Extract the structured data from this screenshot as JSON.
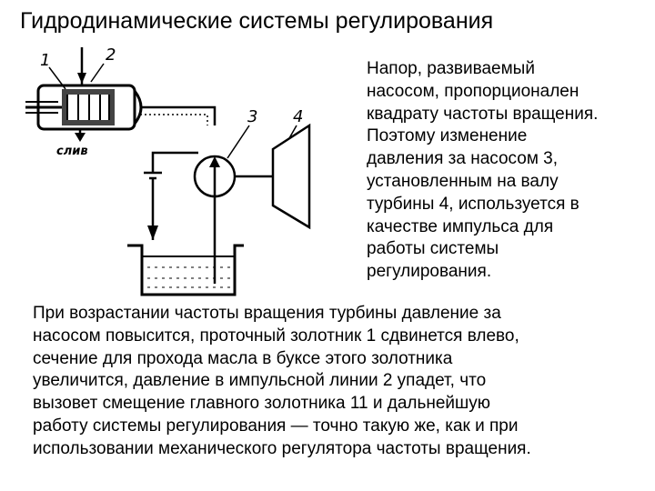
{
  "title": "Гидродинамические системы регулирования",
  "diagram": {
    "labels": {
      "l1": "1",
      "l2": "2",
      "l3": "3",
      "l4": "4",
      "drain": "слив"
    }
  },
  "right_text": [
    "Напор, развиваемый",
    "насосом, пропорционален",
    "квадрату частоты вращения.",
    "Поэтому изменение",
    "давления за насосом 3,",
    "установленным на валу",
    "турбины 4, используется в",
    "качестве импульса для",
    "работы системы",
    "регулирования."
  ],
  "bottom_text": [
    "При возрастании частоты вращения турбины давление за",
    "насосом повысится, проточный золотник 1 сдвинется влево,",
    "сечение для прохода масла в буксе этого золотника",
    "увеличится, давление в импульсной линии 2 упадет, что",
    "вызовет смещение главного золотника 11 и дальнейшую",
    "работу системы регулирования — точно такую же, как и при",
    "использовании механического регулятора частоты вращения."
  ]
}
